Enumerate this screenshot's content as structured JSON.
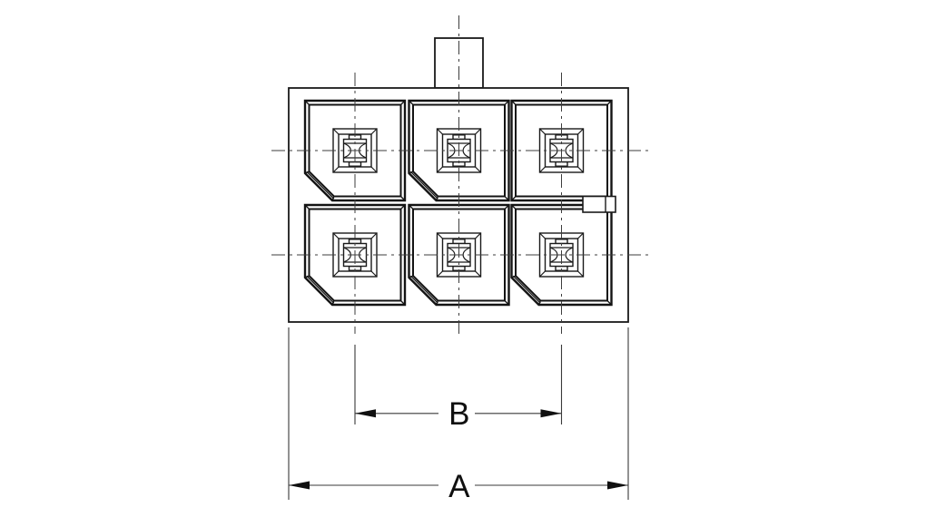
{
  "page": {
    "background": "#ffffff"
  },
  "drawing": {
    "kind": "connector-front-view-technical-drawing",
    "labels": {
      "dim_a": "A",
      "dim_b": "B"
    },
    "colors": {
      "line": "#1a1a1a",
      "frame_line": "#141414",
      "centerline": "#3d3d3d",
      "dimension_line": "#3a3a3a",
      "background": "#ffffff"
    },
    "grid": {
      "rows": 2,
      "cols": 3,
      "cavities": 6,
      "chamfered_cavities": 5,
      "plain_cavity_position": "top-right"
    }
  }
}
